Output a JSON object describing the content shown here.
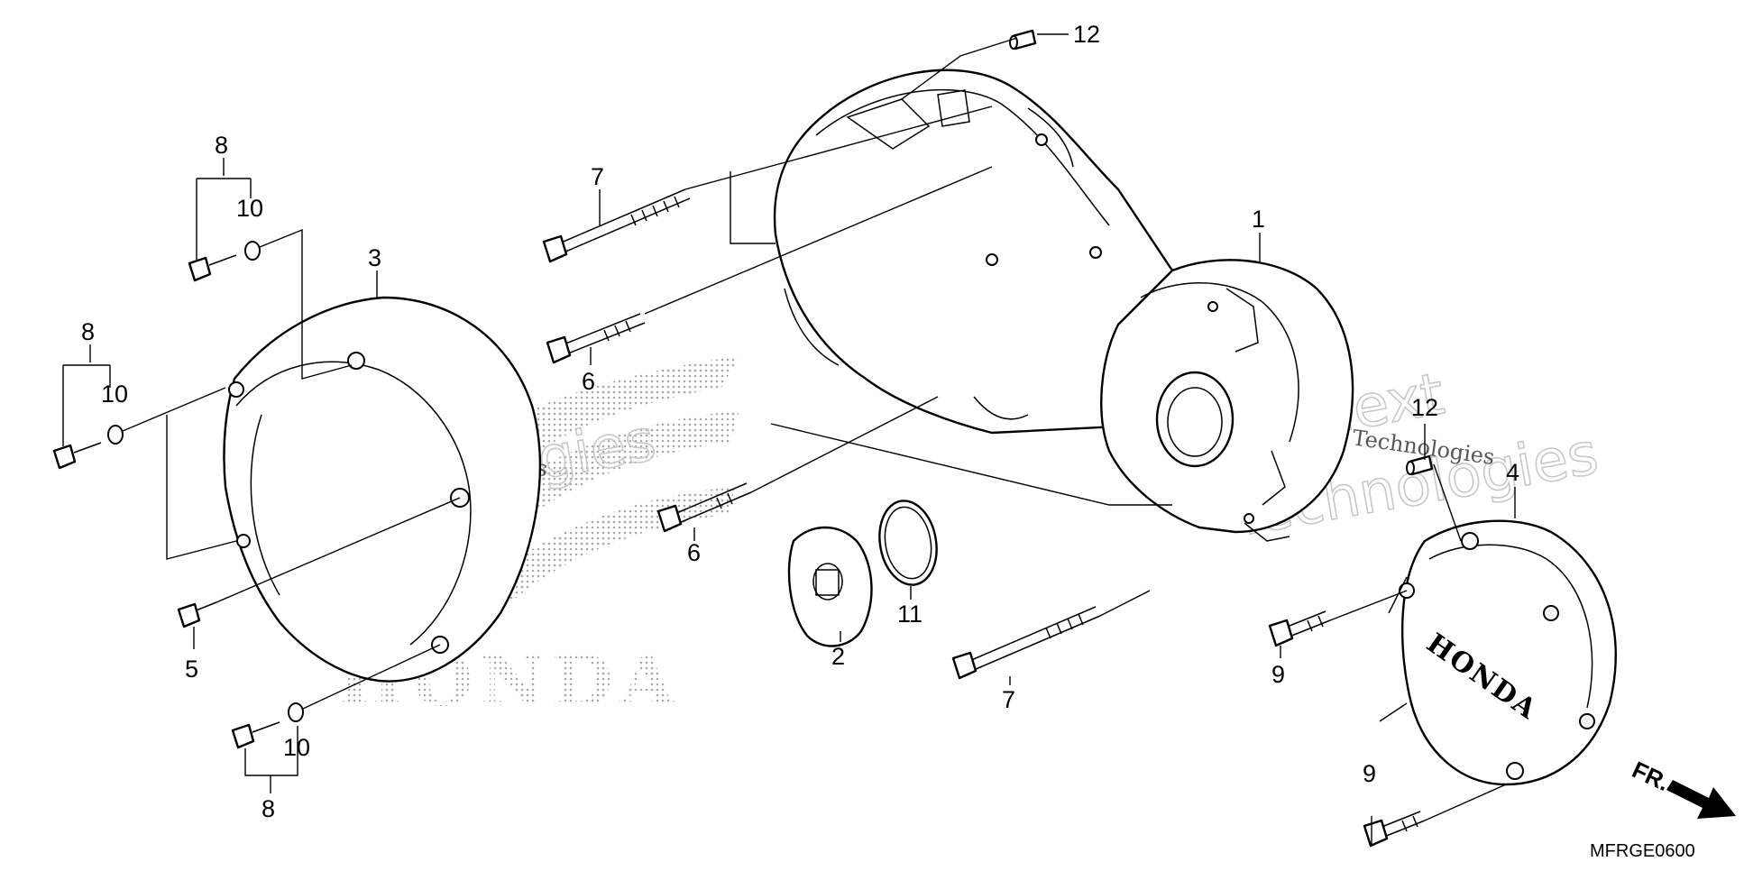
{
  "diagram": {
    "code": "MFRGE0600",
    "front_label": "FR.",
    "emblem_text": "HONDA",
    "watermark": {
      "line1": "vNext",
      "line2": "Technologies",
      "small": "vNext Technologies"
    },
    "callouts": {
      "c1": "1",
      "c2": "2",
      "c3": "3",
      "c4": "4",
      "c5": "5",
      "c6a": "6",
      "c6b": "6",
      "c7a": "7",
      "c7b": "7",
      "c8a": "8",
      "c8b": "8",
      "c8c": "8",
      "c9a": "9",
      "c9b": "9",
      "c10a": "10",
      "c10b": "10",
      "c10c": "10",
      "c11": "11",
      "c12a": "12",
      "c12b": "12"
    }
  }
}
